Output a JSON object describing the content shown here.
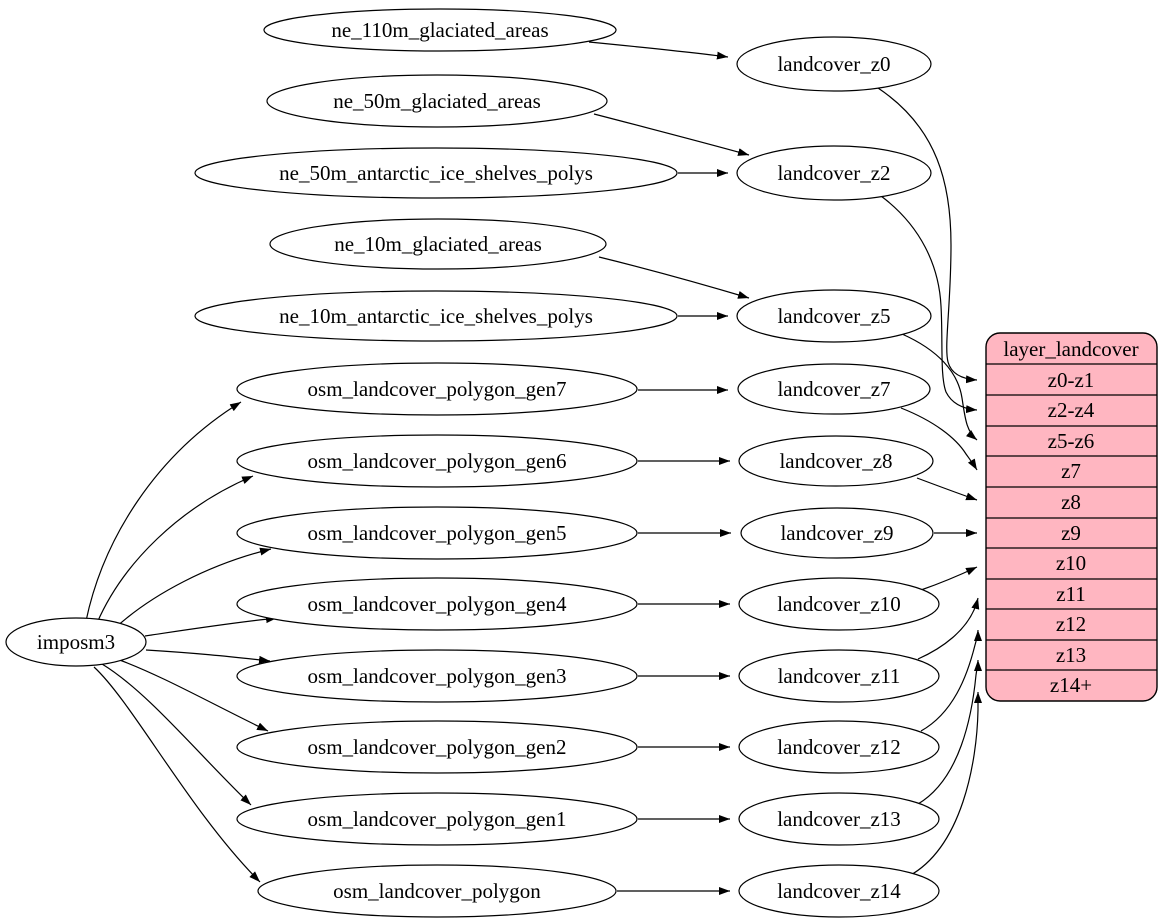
{
  "colors": {
    "background": "#ffffff",
    "node_fill": "#ffffff",
    "node_stroke": "#000000",
    "edge": "#000000",
    "table_fill": "#ffb6c1"
  },
  "nodes": {
    "imposm3": "imposm3",
    "ne_110m_glaciated_areas": "ne_110m_glaciated_areas",
    "ne_50m_glaciated_areas": "ne_50m_glaciated_areas",
    "ne_50m_antarctic_ice_shelves_polys": "ne_50m_antarctic_ice_shelves_polys",
    "ne_10m_glaciated_areas": "ne_10m_glaciated_areas",
    "ne_10m_antarctic_ice_shelves_polys": "ne_10m_antarctic_ice_shelves_polys",
    "osm_landcover_polygon_gen7": "osm_landcover_polygon_gen7",
    "osm_landcover_polygon_gen6": "osm_landcover_polygon_gen6",
    "osm_landcover_polygon_gen5": "osm_landcover_polygon_gen5",
    "osm_landcover_polygon_gen4": "osm_landcover_polygon_gen4",
    "osm_landcover_polygon_gen3": "osm_landcover_polygon_gen3",
    "osm_landcover_polygon_gen2": "osm_landcover_polygon_gen2",
    "osm_landcover_polygon_gen1": "osm_landcover_polygon_gen1",
    "osm_landcover_polygon": "osm_landcover_polygon",
    "landcover_z0": "landcover_z0",
    "landcover_z2": "landcover_z2",
    "landcover_z5": "landcover_z5",
    "landcover_z7": "landcover_z7",
    "landcover_z8": "landcover_z8",
    "landcover_z9": "landcover_z9",
    "landcover_z10": "landcover_z10",
    "landcover_z11": "landcover_z11",
    "landcover_z12": "landcover_z12",
    "landcover_z13": "landcover_z13",
    "landcover_z14": "landcover_z14"
  },
  "table": {
    "title": "layer_landcover",
    "rows": [
      "z0-z1",
      "z2-z4",
      "z5-z6",
      "z7",
      "z8",
      "z9",
      "z10",
      "z11",
      "z12",
      "z13",
      "z14+"
    ]
  },
  "edges": [
    [
      "ne_110m_glaciated_areas",
      "landcover_z0"
    ],
    [
      "ne_50m_glaciated_areas",
      "landcover_z2"
    ],
    [
      "ne_50m_antarctic_ice_shelves_polys",
      "landcover_z2"
    ],
    [
      "ne_10m_glaciated_areas",
      "landcover_z5"
    ],
    [
      "ne_10m_antarctic_ice_shelves_polys",
      "landcover_z5"
    ],
    [
      "imposm3",
      "osm_landcover_polygon_gen7"
    ],
    [
      "imposm3",
      "osm_landcover_polygon_gen6"
    ],
    [
      "imposm3",
      "osm_landcover_polygon_gen5"
    ],
    [
      "imposm3",
      "osm_landcover_polygon_gen4"
    ],
    [
      "imposm3",
      "osm_landcover_polygon_gen3"
    ],
    [
      "imposm3",
      "osm_landcover_polygon_gen2"
    ],
    [
      "imposm3",
      "osm_landcover_polygon_gen1"
    ],
    [
      "imposm3",
      "osm_landcover_polygon"
    ],
    [
      "osm_landcover_polygon_gen7",
      "landcover_z7"
    ],
    [
      "osm_landcover_polygon_gen6",
      "landcover_z8"
    ],
    [
      "osm_landcover_polygon_gen5",
      "landcover_z9"
    ],
    [
      "osm_landcover_polygon_gen4",
      "landcover_z10"
    ],
    [
      "osm_landcover_polygon_gen3",
      "landcover_z11"
    ],
    [
      "osm_landcover_polygon_gen2",
      "landcover_z12"
    ],
    [
      "osm_landcover_polygon_gen1",
      "landcover_z13"
    ],
    [
      "osm_landcover_polygon",
      "landcover_z14"
    ],
    [
      "landcover_z0",
      "layer_landcover:z0-z1"
    ],
    [
      "landcover_z2",
      "layer_landcover:z2-z4"
    ],
    [
      "landcover_z5",
      "layer_landcover:z5-z6"
    ],
    [
      "landcover_z7",
      "layer_landcover:z7"
    ],
    [
      "landcover_z8",
      "layer_landcover:z8"
    ],
    [
      "landcover_z9",
      "layer_landcover:z9"
    ],
    [
      "landcover_z10",
      "layer_landcover:z10"
    ],
    [
      "landcover_z11",
      "layer_landcover:z11"
    ],
    [
      "landcover_z12",
      "layer_landcover:z12"
    ],
    [
      "landcover_z13",
      "layer_landcover:z13"
    ],
    [
      "landcover_z14",
      "layer_landcover:z14+"
    ]
  ]
}
